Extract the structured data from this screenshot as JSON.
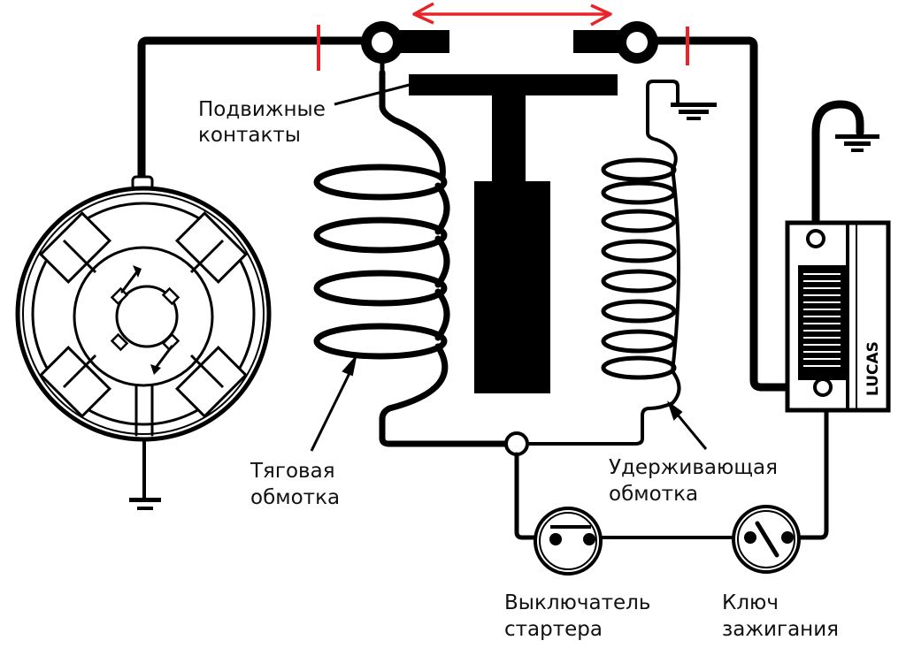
{
  "diagram": {
    "title": "Starter solenoid circuit",
    "colors": {
      "ink": "#000000",
      "annotation": "#e8232a",
      "background": "#ffffff"
    },
    "labels": {
      "moving_contacts": [
        "Подвижные",
        "контакты"
      ],
      "pull_in_winding": [
        "Тяговая",
        "обмотка"
      ],
      "hold_in_winding": [
        "Удерживающая",
        "обмотка"
      ],
      "starter_switch": [
        "Выключатель",
        "стартера"
      ],
      "ignition_key": [
        "Ключ",
        "зажигания"
      ],
      "battery_brand": "LUCAS"
    },
    "components": [
      {
        "id": "starter-motor",
        "name": "Starter motor"
      },
      {
        "id": "solenoid-contacts",
        "name": "Solenoid terminals with moving contacts"
      },
      {
        "id": "plunger",
        "name": "Solenoid plunger"
      },
      {
        "id": "pull-in-coil",
        "name": "Pull-in winding",
        "turns": 4
      },
      {
        "id": "hold-in-coil",
        "name": "Hold-in winding",
        "turns": 8
      },
      {
        "id": "battery",
        "name": "Battery (LUCAS)"
      },
      {
        "id": "starter-switch",
        "name": "Starter switch"
      },
      {
        "id": "ignition-switch",
        "name": "Ignition key switch"
      },
      {
        "id": "ground",
        "name": "Ground",
        "count": 3
      }
    ],
    "annotations": [
      {
        "type": "double-arrow",
        "color": "#e8232a",
        "meaning": "contact gap"
      },
      {
        "type": "tick-mark",
        "color": "#e8232a",
        "count": 2
      }
    ]
  }
}
